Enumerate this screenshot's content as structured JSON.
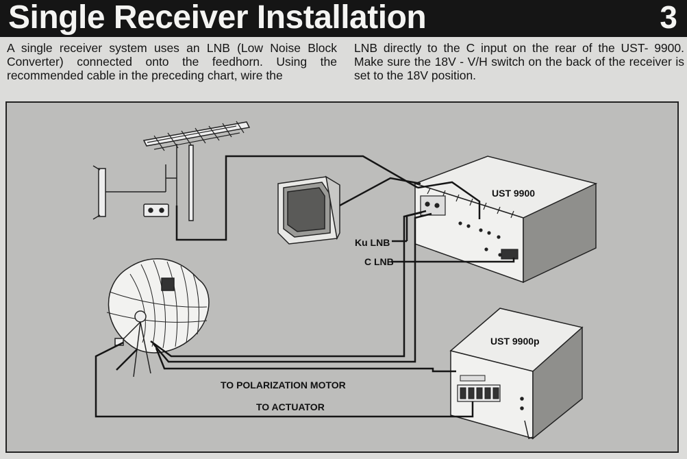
{
  "header": {
    "title": "Single Receiver Installation",
    "page_number": "3"
  },
  "intro": {
    "left_text": "A single receiver system uses an LNB (Low Noise Block Converter) connected onto the feedhorn. Using the recommended cable in the  preceding chart, wire the",
    "right_text": "LNB directly to the C input on the rear of the UST- 9900. Make sure the 18V - V/H switch on the back of the receiver is set to the 18V position."
  },
  "diagram": {
    "receiver_label": "UST 9900",
    "positioner_label": "UST 9900p",
    "ku_lnb_label": "Ku LNB",
    "c_lnb_label": "C LNB",
    "polarization_label": "TO POLARIZATION MOTOR",
    "actuator_label": "TO ACTUATOR"
  }
}
